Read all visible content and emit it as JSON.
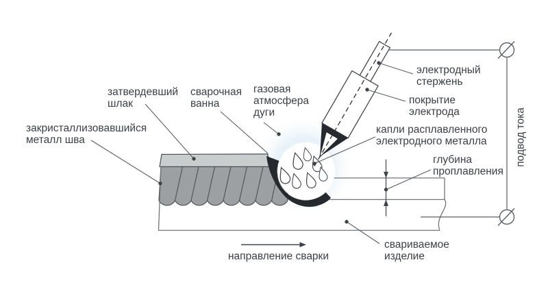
{
  "diagram": {
    "title_implicit": "Схема ручной дуговой сварки покрытым электродом",
    "type": "technical-illustration"
  },
  "labels": {
    "hardened_slag": {
      "lines": [
        "затвердевший",
        "шлак"
      ]
    },
    "weld_pool": {
      "lines": [
        "сварочная",
        "ванна"
      ]
    },
    "gas_atmosphere": {
      "lines": [
        "газовая",
        "атмосфера",
        "дуги"
      ]
    },
    "crystallized_metal": {
      "lines": [
        "закристаллизовавшийся",
        "металл шва"
      ]
    },
    "electrode_rod": {
      "lines": [
        "электродный",
        "стержень"
      ]
    },
    "electrode_coating": {
      "lines": [
        "покрытие",
        "электрода"
      ]
    },
    "molten_drops": {
      "lines": [
        "капли расплавленного",
        "электродного металла"
      ]
    },
    "penetration_depth": {
      "lines": [
        "глубина",
        "проплавления"
      ]
    },
    "workpiece": {
      "lines": [
        "свариваемое",
        "изделие"
      ]
    },
    "welding_direction": {
      "text": "направление сварки"
    },
    "current_supply": {
      "text": "подвод тока"
    }
  },
  "colors": {
    "text": "#3b4046",
    "line": "#5a5f64",
    "plate_outline": "#70757a",
    "slag_fill": "#c9cdce",
    "weld_metal_fill": "#9ca0a2",
    "pool_black": "#26292d",
    "glow_blue": "#e7f1f8"
  }
}
